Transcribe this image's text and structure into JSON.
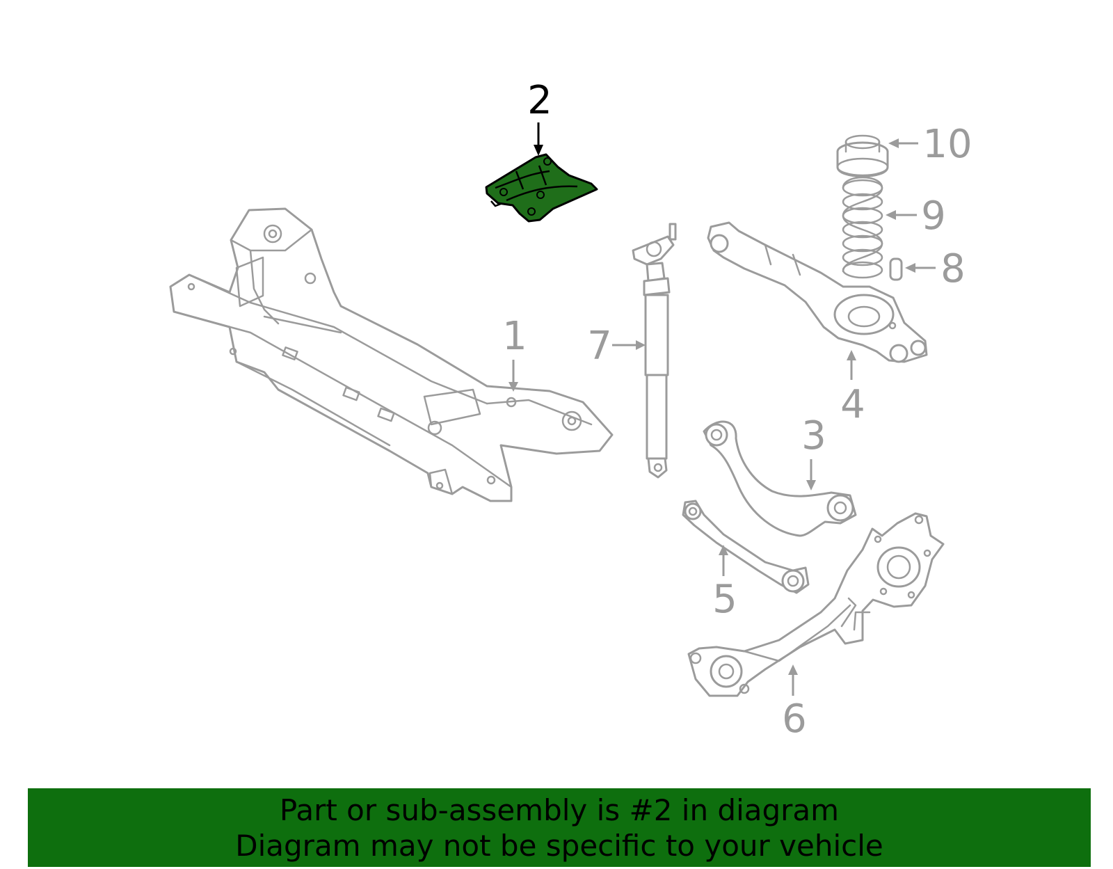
{
  "banner": {
    "line1": "Part or sub-assembly is #2 in diagram",
    "line2": "Diagram may not be specific to your vehicle",
    "background": "#0e6f0e"
  },
  "highlight_color": "#1f6e1a",
  "callouts": [
    {
      "id": "1",
      "label": "1",
      "part": "rear crossmember subframe",
      "highlighted": false
    },
    {
      "id": "2",
      "label": "2",
      "part": "crossmember plate",
      "highlighted": true
    },
    {
      "id": "3",
      "label": "3",
      "part": "upper control arm",
      "highlighted": false
    },
    {
      "id": "4",
      "label": "4",
      "part": "lower spring arm",
      "highlighted": false
    },
    {
      "id": "5",
      "label": "5",
      "part": "lateral link",
      "highlighted": false
    },
    {
      "id": "6",
      "label": "6",
      "part": "trailing arm and knuckle",
      "highlighted": false
    },
    {
      "id": "7",
      "label": "7",
      "part": "shock absorber",
      "highlighted": false
    },
    {
      "id": "8",
      "label": "8",
      "part": "bump stop",
      "highlighted": false
    },
    {
      "id": "9",
      "label": "9",
      "part": "coil spring",
      "highlighted": false
    },
    {
      "id": "10",
      "label": "10",
      "part": "spring seat",
      "highlighted": false
    }
  ]
}
